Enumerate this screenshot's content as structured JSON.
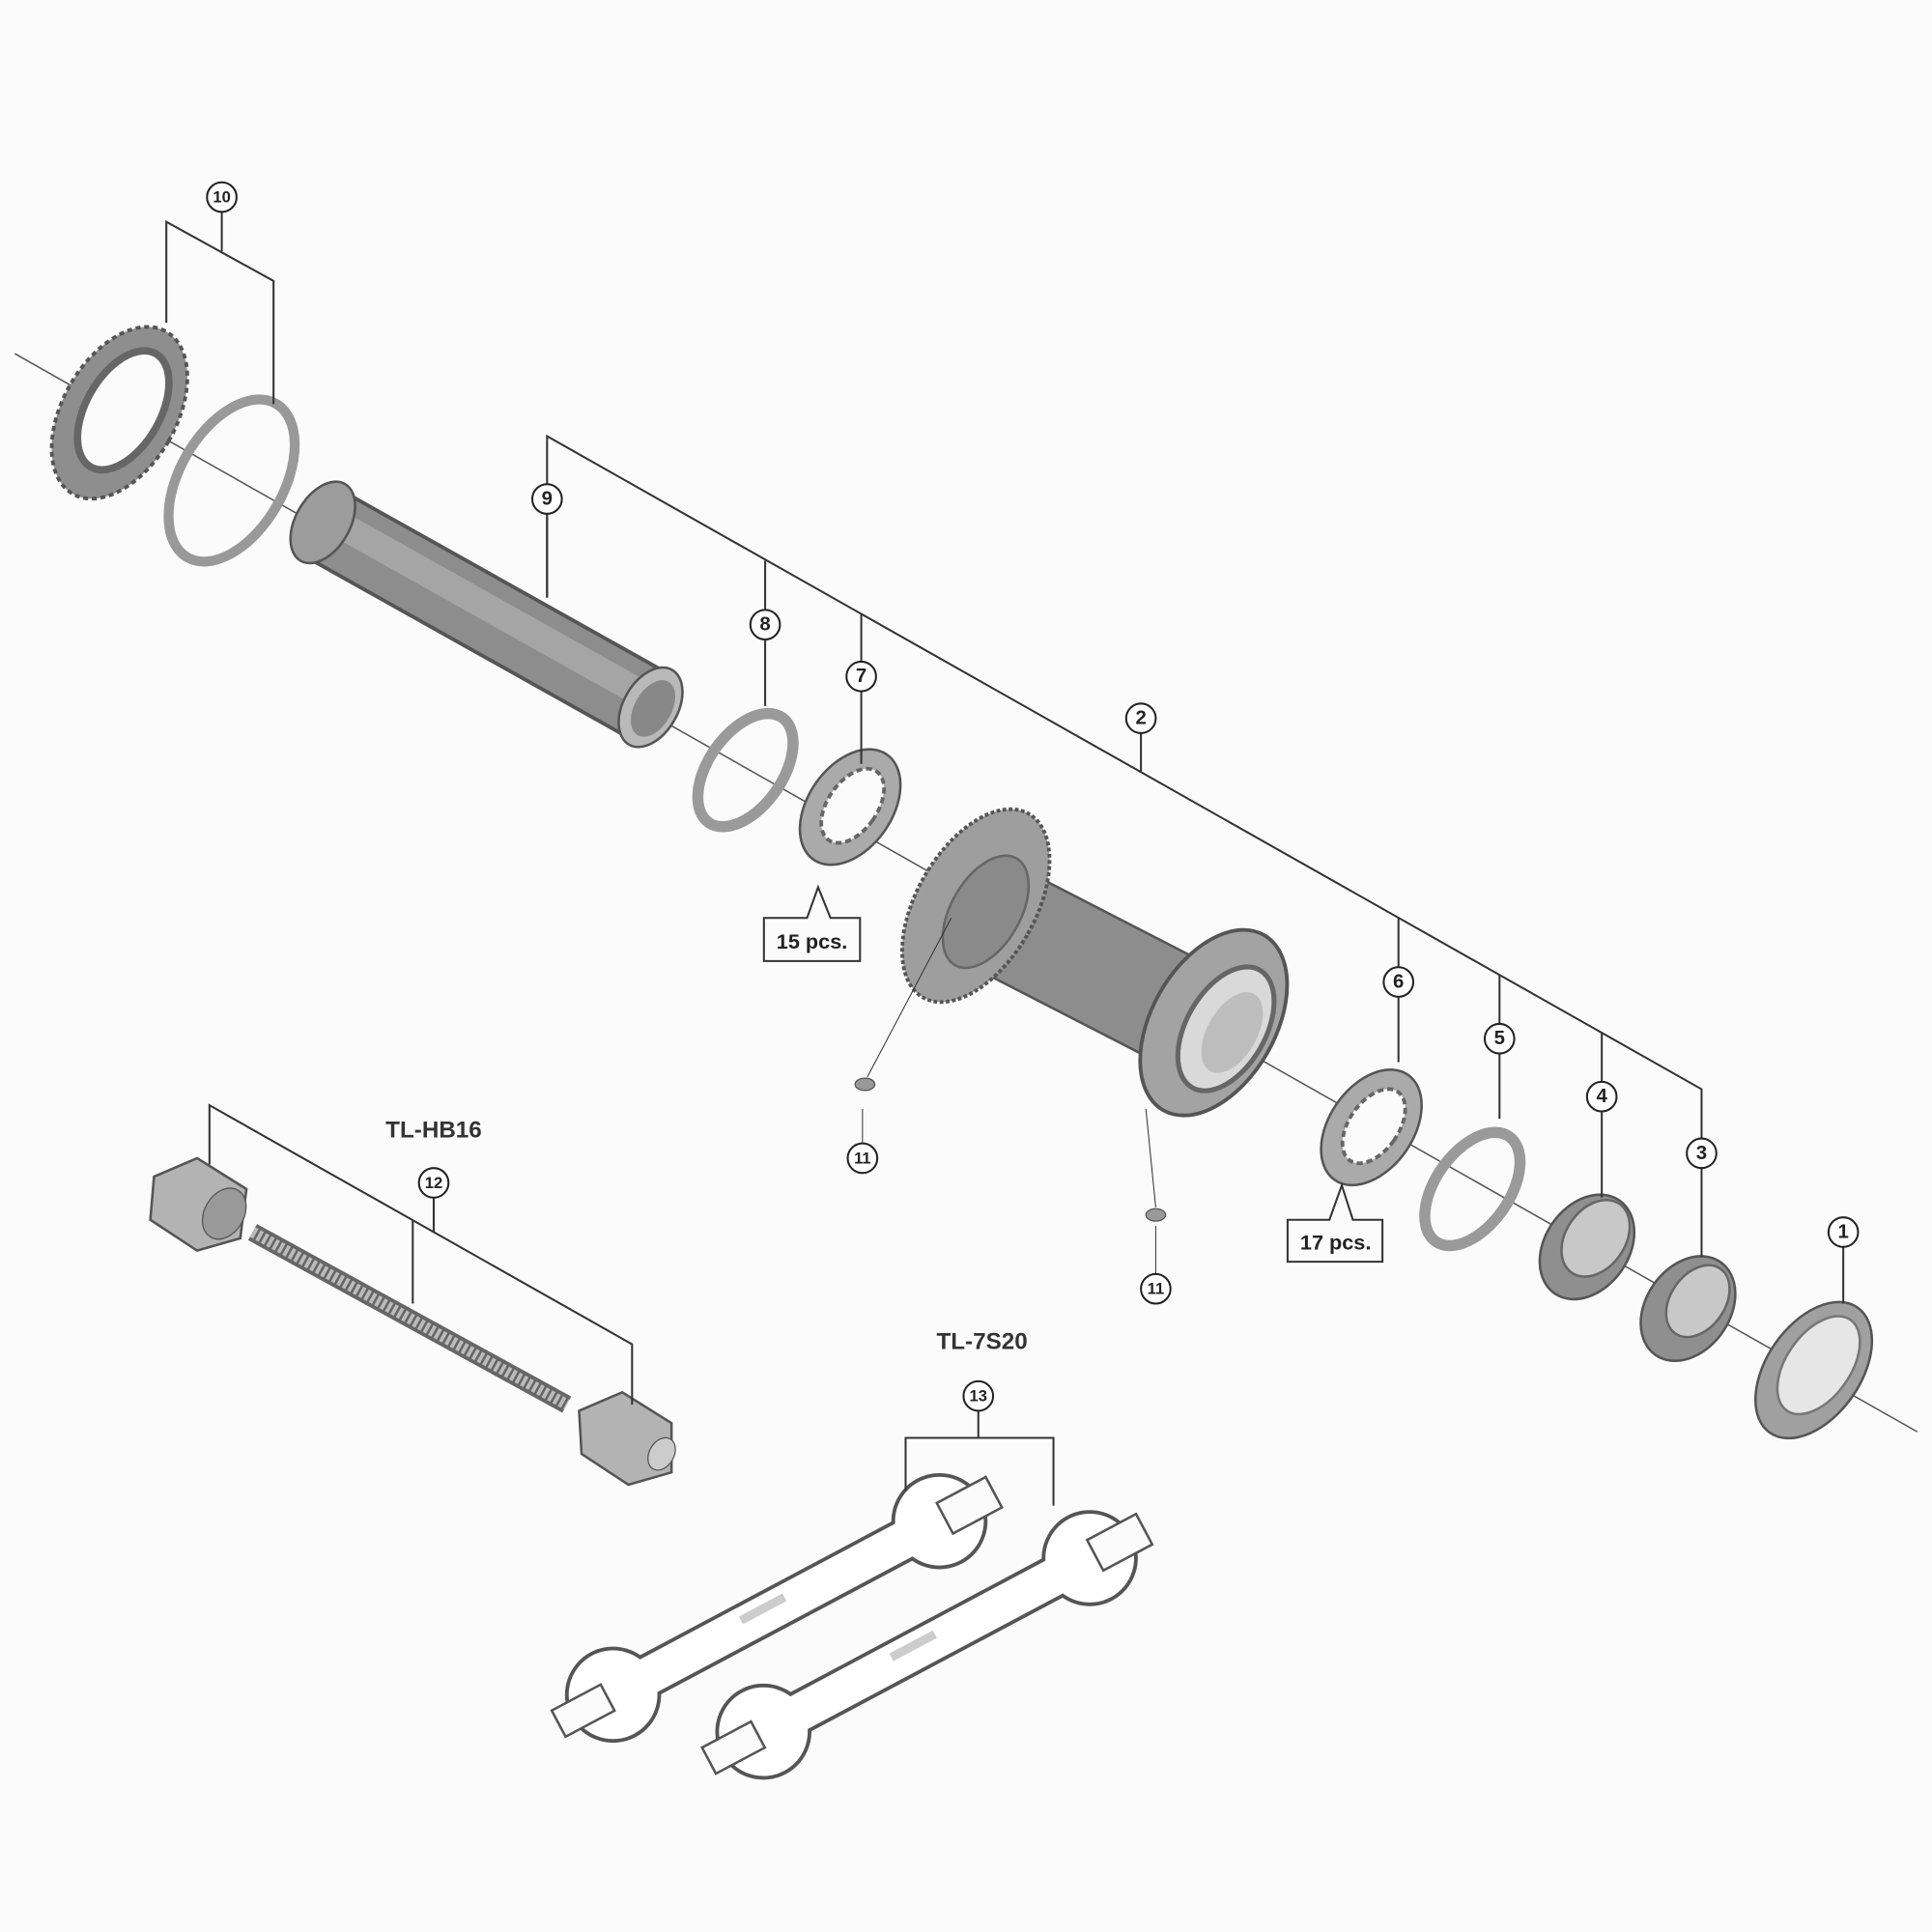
{
  "diagram": {
    "type": "exploded parts diagram",
    "callouts": [
      "1",
      "2",
      "3",
      "4",
      "5",
      "6",
      "7",
      "8",
      "9",
      "10",
      "11",
      "11",
      "12",
      "13"
    ],
    "tools": {
      "hub_tool": "TL-HB16",
      "wrench_tool": "TL-7S20"
    },
    "quantities": {
      "bearing_7": "15 pcs.",
      "bearing_6": "17 pcs."
    },
    "colors": {
      "part_fill": "#9a9a9a",
      "part_dark": "#6e6e6e",
      "line": "#333333",
      "background": "#fbfbfb"
    }
  }
}
